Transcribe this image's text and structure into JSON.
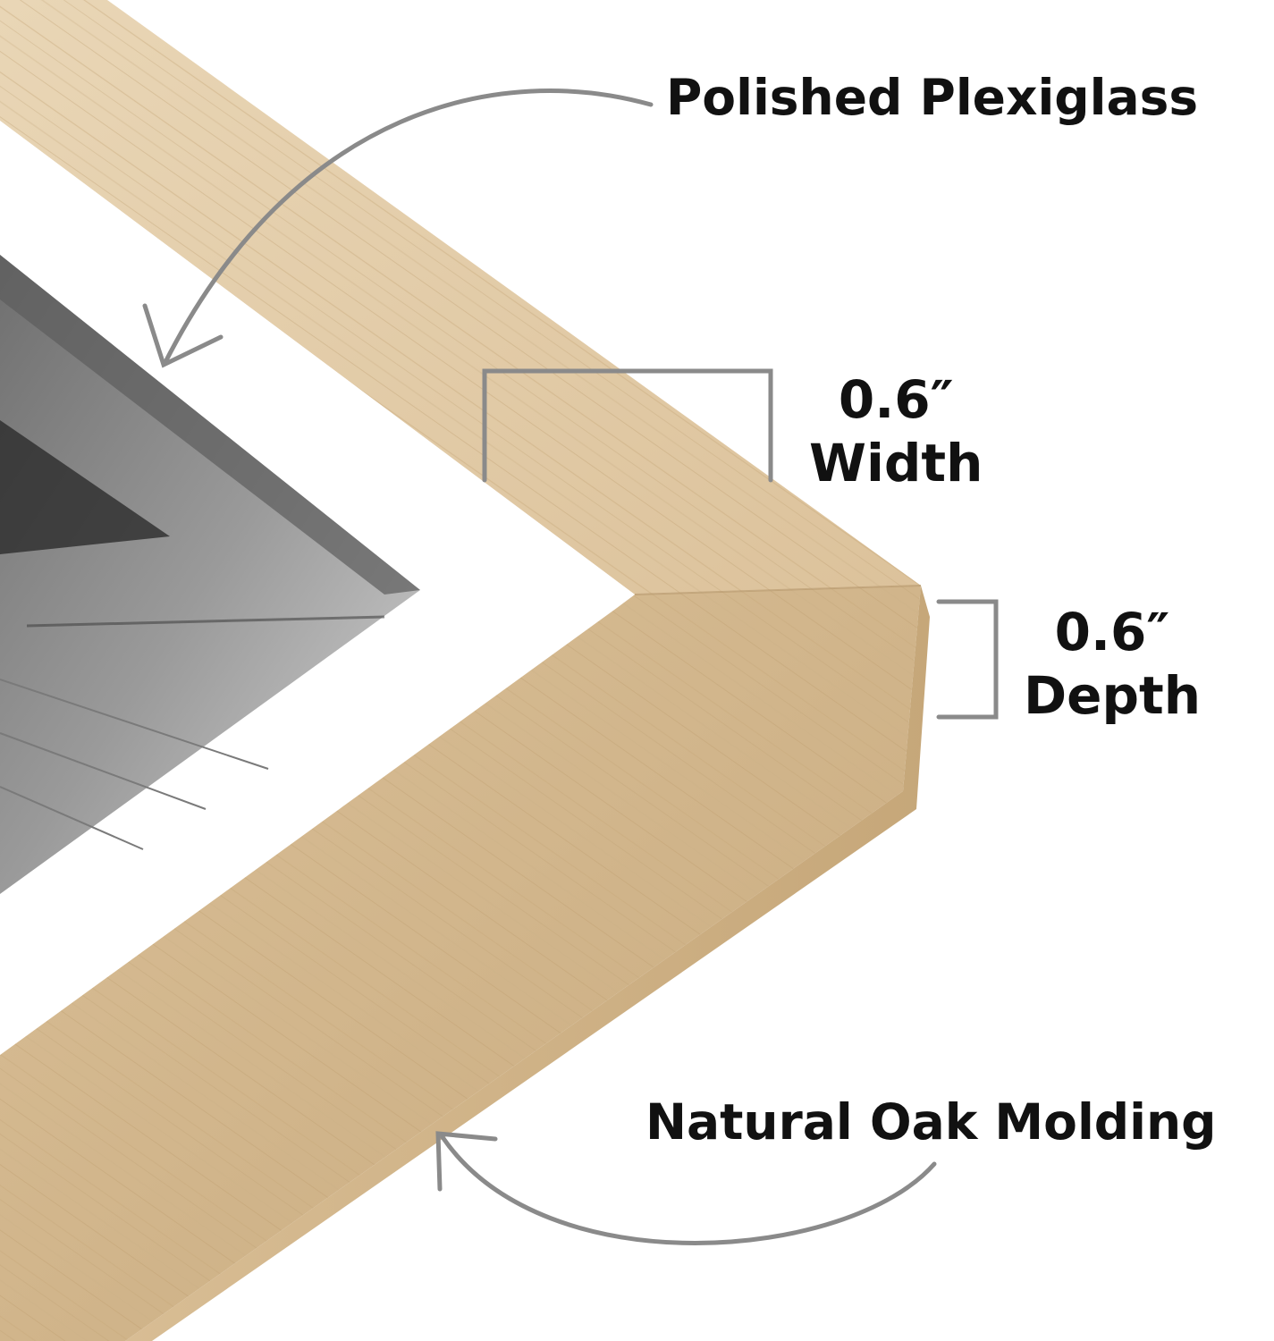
{
  "labels": {
    "plexiglass": "Polished Plexiglass",
    "width_value": "0.6″",
    "width_caption": "Width",
    "depth_value": "0.6″",
    "depth_caption": "Depth",
    "molding": "Natural Oak Molding"
  },
  "colors": {
    "background": "#ffffff",
    "wood_light": "#e7d3b2",
    "wood_mid": "#dcc29b",
    "wood_dark": "#c9ab7f",
    "mat": "#ffffff",
    "photo_gray": "#8c8c8c",
    "annotation_gray": "#8a8a8a",
    "text": "#111111"
  },
  "icons": [
    "curved-arrow-icon",
    "dimension-bracket-icon"
  ]
}
